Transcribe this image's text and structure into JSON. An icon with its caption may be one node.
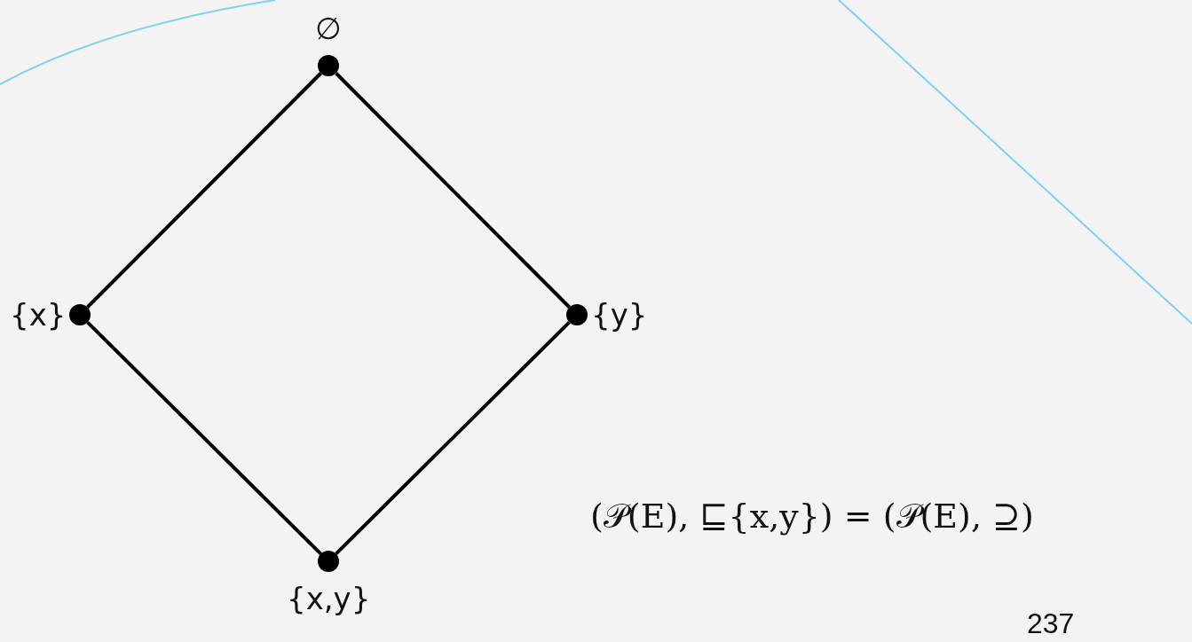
{
  "diagram": {
    "nodes": [
      {
        "text": [],
        "shape": "circle",
        "beside": [
          "∅"
        ]
      },
      {
        "text": [],
        "shape": "circle",
        "beside": [
          "{x}"
        ]
      },
      {
        "text": [],
        "shape": "circle",
        "beside": [
          "{y}"
        ]
      },
      {
        "text": [],
        "shape": "circle",
        "beside": [
          "{x,y}"
        ]
      }
    ],
    "edges": [
      {
        "from": 0,
        "to": 1,
        "arrow": "none"
      },
      {
        "from": 0,
        "to": 2,
        "arrow": "none"
      },
      {
        "from": 1,
        "to": 3,
        "arrow": "none"
      },
      {
        "from": 2,
        "to": 3,
        "arrow": "none"
      }
    ],
    "labels": [
      "(𝒫(E), ⊑{x,y}) = (𝒫(E), ⊇)",
      "237"
    ]
  }
}
